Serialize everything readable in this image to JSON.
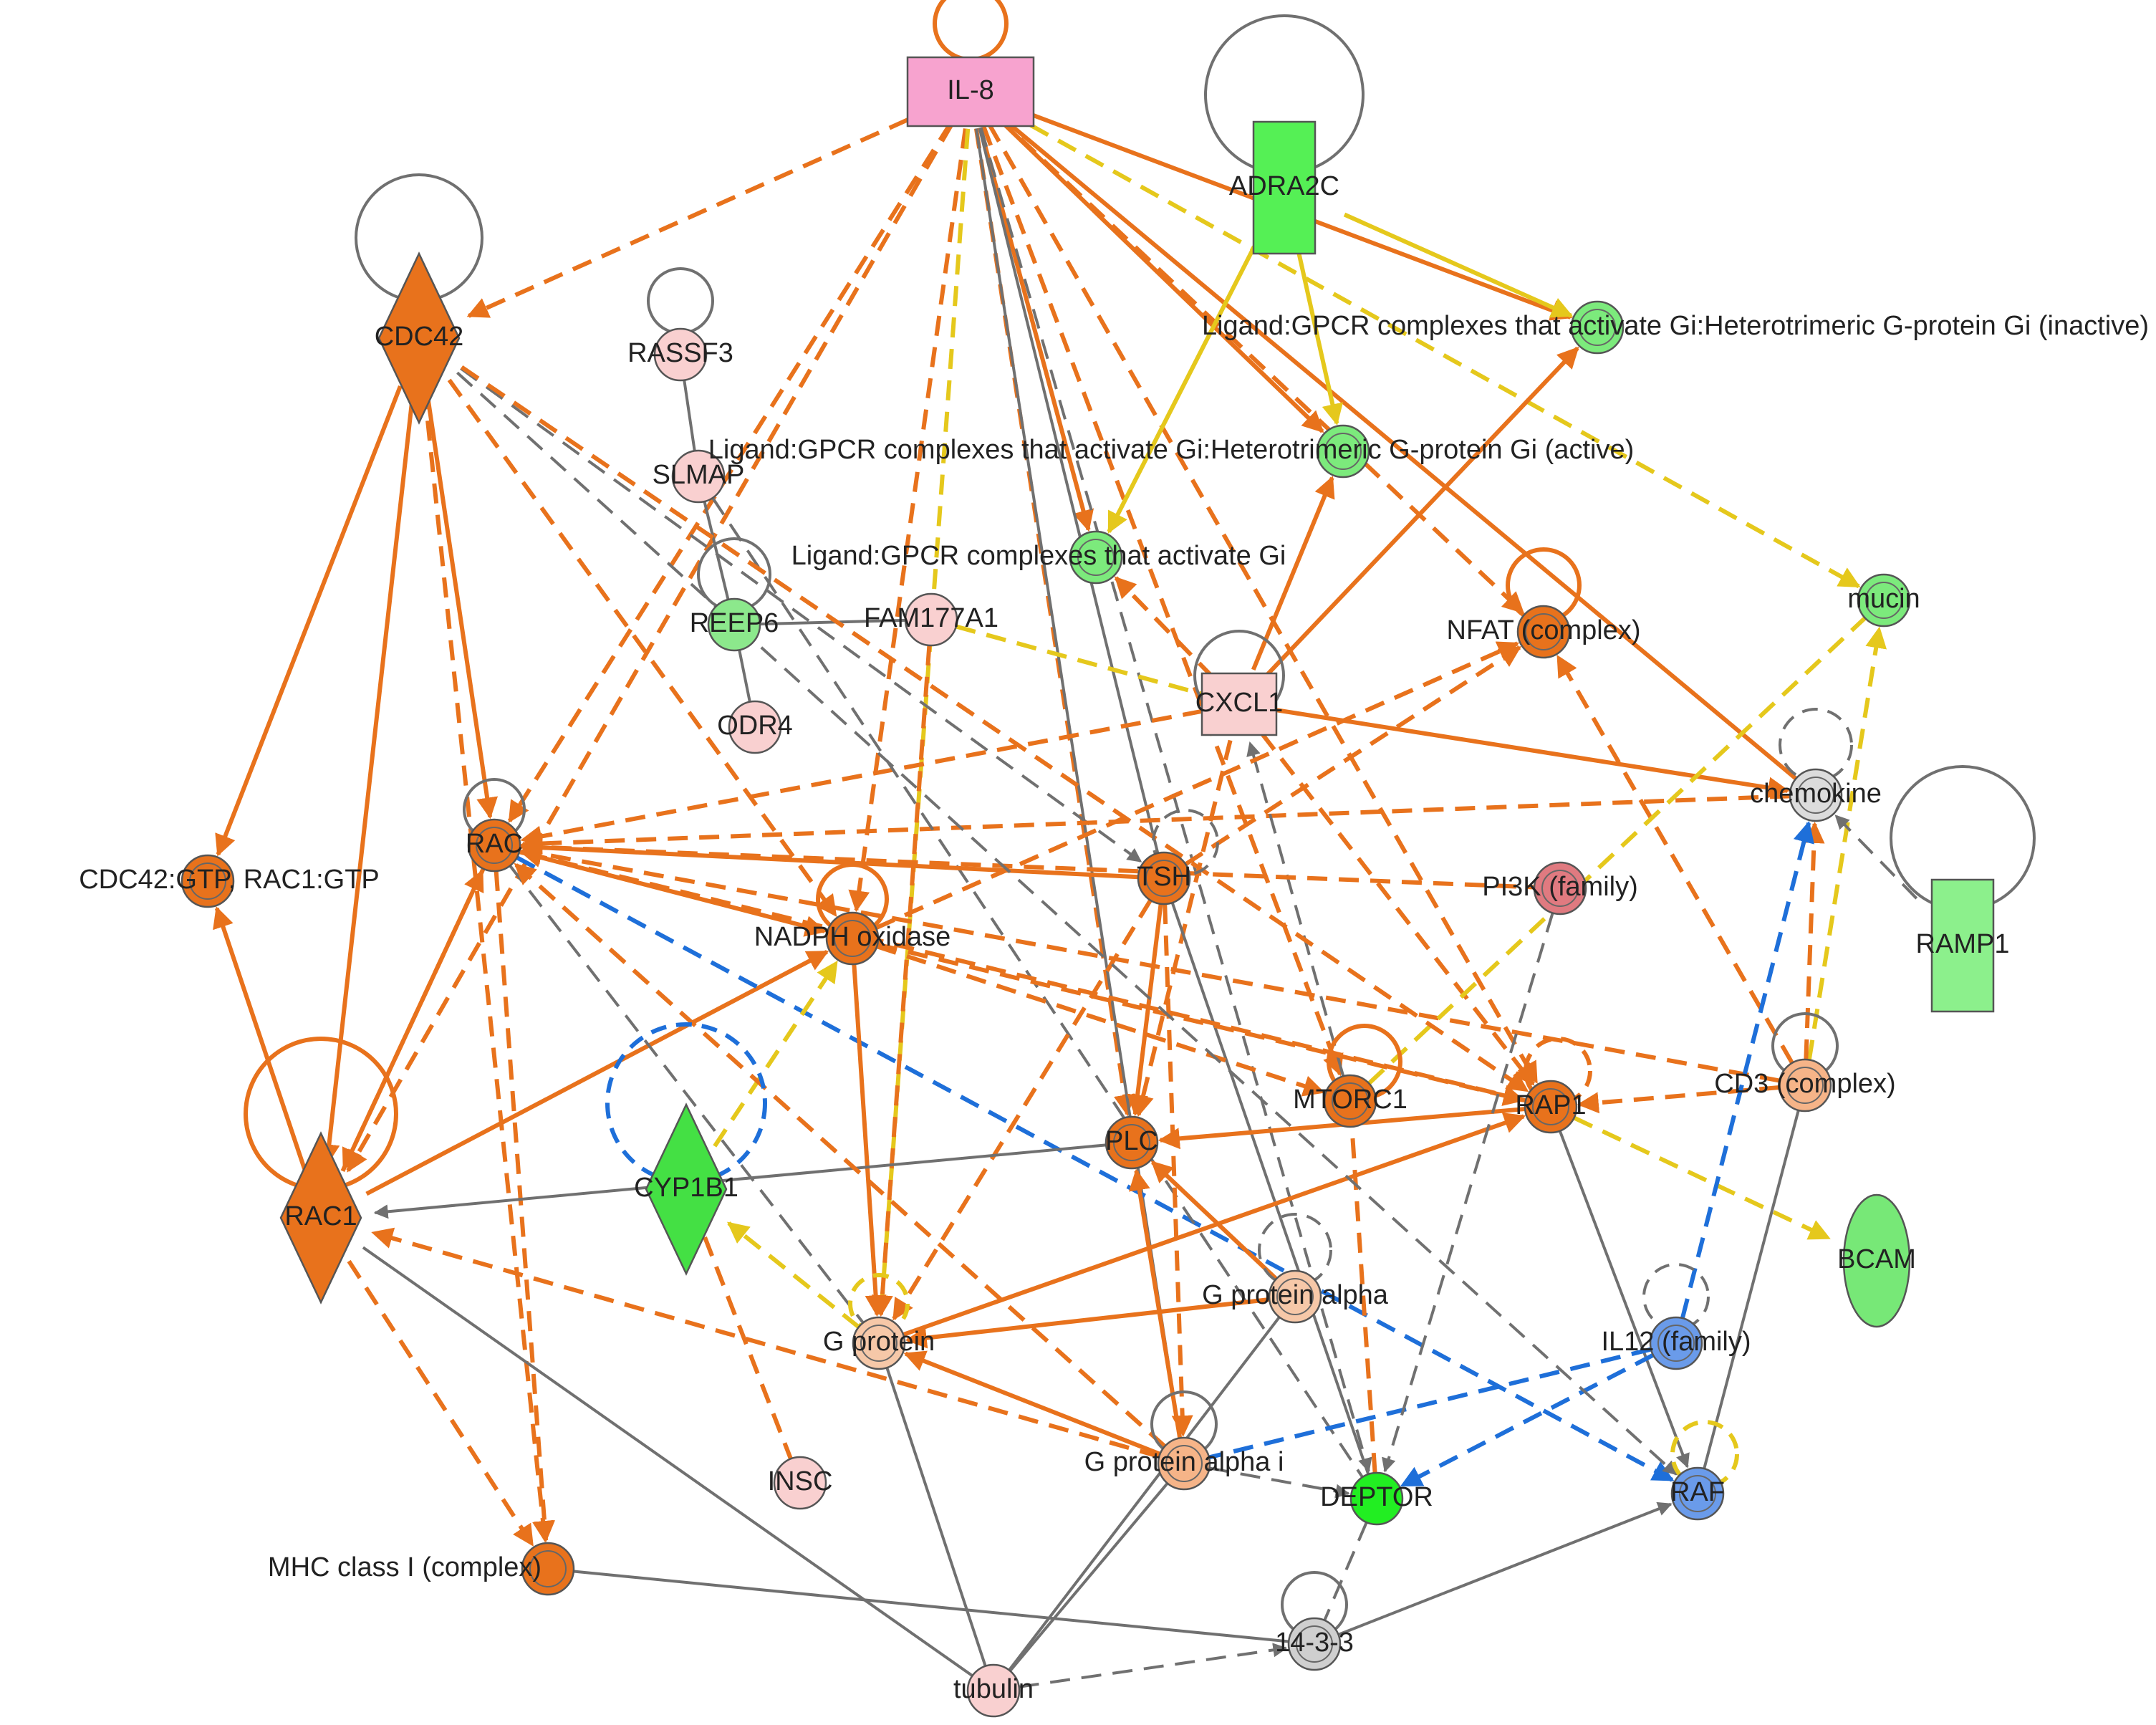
{
  "colors": {
    "orange": "#E8721C",
    "yellow": "#E5C81C",
    "gray": "#707070",
    "blue": "#1E6FD9",
    "green_strong": "#33EE33",
    "green_light": "#8CF08C",
    "pink": "#F7A3CF",
    "pink_light": "#F9D0D0",
    "salmon": "#F6B488",
    "blue_node": "#6A9BEA",
    "gray_node": "#CFCFCF"
  },
  "nodes": [
    {
      "id": "il8",
      "label": "IL-8",
      "shape": "rect",
      "fill": "#F7A3CF",
      "self_loop": "orange"
    },
    {
      "id": "adra2c",
      "label": "ADRA2C",
      "shape": "rect_tall",
      "fill": "#55F055",
      "self_loop": "gray"
    },
    {
      "id": "cdc42",
      "label": "CDC42",
      "shape": "diamond",
      "fill": "#E8721C",
      "self_loop": "gray"
    },
    {
      "id": "rassf3",
      "label": "RASSF3",
      "shape": "circle",
      "fill": "#F9D0D0",
      "self_loop": "gray"
    },
    {
      "id": "slmap",
      "label": "SLMAP",
      "shape": "circle",
      "fill": "#F9D0D0"
    },
    {
      "id": "reep6",
      "label": "REEP6",
      "shape": "circle",
      "fill": "#8CE88C",
      "self_loop": "gray"
    },
    {
      "id": "odr4",
      "label": "ODR4",
      "shape": "circle",
      "fill": "#F9D0D0"
    },
    {
      "id": "fam177a1",
      "label": "FAM177A1",
      "shape": "circle",
      "fill": "#F9D0D0"
    },
    {
      "id": "gi_inactive",
      "label": "Ligand:GPCR complexes that activate Gi:Heterotrimeric G-protein Gi (inactive)",
      "shape": "complex",
      "fill": "#7CEA7C"
    },
    {
      "id": "gi_active",
      "label": "Ligand:GPCR complexes that activate Gi:Heterotrimeric G-protein Gi (active)",
      "shape": "complex",
      "fill": "#7CEA7C"
    },
    {
      "id": "gi_ligand",
      "label": "Ligand:GPCR complexes that activate Gi",
      "shape": "complex",
      "fill": "#7CEA7C"
    },
    {
      "id": "mucin",
      "label": "mucin",
      "shape": "complex",
      "fill": "#7CEA7C"
    },
    {
      "id": "nfat",
      "label": "NFAT (complex)",
      "shape": "complex",
      "fill": "#E8721C",
      "self_loop": "orange"
    },
    {
      "id": "cxcl1",
      "label": "CXCL1",
      "shape": "rect",
      "fill": "#F9D0D0",
      "self_loop": "gray"
    },
    {
      "id": "chemokine",
      "label": "chemokine",
      "shape": "complex",
      "fill": "#DCDCDC",
      "self_loop": "gray_dash"
    },
    {
      "id": "ramp1",
      "label": "RAMP1",
      "shape": "rect_tall",
      "fill": "#8CF08C",
      "self_loop": "gray"
    },
    {
      "id": "cdc42gtp",
      "label": "CDC42:GTP, RAC1:GTP",
      "shape": "complex",
      "fill": "#E8721C"
    },
    {
      "id": "rac",
      "label": "RAC",
      "shape": "complex",
      "fill": "#E8721C",
      "self_loop": "gray"
    },
    {
      "id": "tsh",
      "label": "TSH",
      "shape": "complex",
      "fill": "#E8721C",
      "self_loop": "gray_dash"
    },
    {
      "id": "pi3k",
      "label": "PI3K (family)",
      "shape": "complex",
      "fill": "#E07A80"
    },
    {
      "id": "nadph",
      "label": "NADPH oxidase",
      "shape": "complex",
      "fill": "#E8721C",
      "self_loop": "orange"
    },
    {
      "id": "rac1",
      "label": "RAC1",
      "shape": "diamond",
      "fill": "#E8721C",
      "self_loop": "orange"
    },
    {
      "id": "cyp1b1",
      "label": "CYP1B1",
      "shape": "diamond",
      "fill": "#44E044",
      "self_loop": "blue_dash"
    },
    {
      "id": "plc",
      "label": "PLC",
      "shape": "complex",
      "fill": "#E8721C"
    },
    {
      "id": "mtorc1",
      "label": "MTORC1",
      "shape": "complex",
      "fill": "#E8721C",
      "self_loop": "orange"
    },
    {
      "id": "rap1",
      "label": "RAP1",
      "shape": "complex",
      "fill": "#E8721C",
      "self_loop": "orange_dash"
    },
    {
      "id": "cd3",
      "label": "CD3 (complex)",
      "shape": "complex",
      "fill": "#F6B488",
      "self_loop": "gray"
    },
    {
      "id": "bcam",
      "label": "BCAM",
      "shape": "ellipse",
      "fill": "#77E877"
    },
    {
      "id": "gprotein",
      "label": "G protein",
      "shape": "complex",
      "fill": "#F6C8A8",
      "self_loop": "yellow_dash"
    },
    {
      "id": "galpha",
      "label": "G protein alpha",
      "shape": "complex",
      "fill": "#F6C8A8",
      "self_loop": "gray_dash"
    },
    {
      "id": "il12",
      "label": "IL12 (family)",
      "shape": "complex",
      "fill": "#6A9BEA",
      "self_loop": "gray_dash"
    },
    {
      "id": "insc",
      "label": "INSC",
      "shape": "circle",
      "fill": "#F9D0D0"
    },
    {
      "id": "galphai",
      "label": "G protein alpha i",
      "shape": "complex",
      "fill": "#F6B488",
      "self_loop": "gray"
    },
    {
      "id": "deptor",
      "label": "DEPTOR",
      "shape": "circle",
      "fill": "#22EE22"
    },
    {
      "id": "raf",
      "label": "RAF",
      "shape": "complex",
      "fill": "#6A9BEA",
      "self_loop": "yellow_dash"
    },
    {
      "id": "mhc",
      "label": "MHC class I (complex)",
      "shape": "complex",
      "fill": "#E8721C"
    },
    {
      "id": "p1433",
      "label": "14-3-3",
      "shape": "complex",
      "fill": "#CFCFCF",
      "self_loop": "gray"
    },
    {
      "id": "tubulin",
      "label": "tubulin",
      "shape": "circle",
      "fill": "#F9D0D0"
    }
  ],
  "edges": [
    {
      "from": "il8",
      "to": "cdc42",
      "color": "orange",
      "dash": true,
      "arrow": true
    },
    {
      "from": "il8",
      "to": "rac",
      "color": "orange",
      "dash": true,
      "arrow": true
    },
    {
      "from": "il8",
      "to": "rac1",
      "color": "orange",
      "dash": true,
      "arrow": true
    },
    {
      "from": "il8",
      "to": "gi_inactive",
      "color": "orange",
      "dash": false,
      "arrow": true
    },
    {
      "from": "il8",
      "to": "gi_active",
      "color": "orange",
      "dash": false,
      "arrow": true
    },
    {
      "from": "il8",
      "to": "gi_ligand",
      "color": "orange",
      "dash": false,
      "arrow": true
    },
    {
      "from": "il8",
      "to": "mucin",
      "color": "yellow",
      "dash": true,
      "arrow": true
    },
    {
      "from": "il8",
      "to": "nfat",
      "color": "orange",
      "dash": true,
      "arrow": true
    },
    {
      "from": "il8",
      "to": "chemokine",
      "color": "orange",
      "dash": false,
      "arrow": false
    },
    {
      "from": "il8",
      "to": "tsh",
      "color": "gray",
      "dash": false,
      "arrow": false
    },
    {
      "from": "il8",
      "to": "plc",
      "color": "orange",
      "dash": true,
      "arrow": true
    },
    {
      "from": "il8",
      "to": "rap1",
      "color": "orange",
      "dash": true,
      "arrow": true
    },
    {
      "from": "il8",
      "to": "mtorc1",
      "color": "orange",
      "dash": true,
      "arrow": true
    },
    {
      "from": "il8",
      "to": "nadph",
      "color": "orange",
      "dash": true,
      "arrow": true
    },
    {
      "from": "il8",
      "to": "galphai",
      "color": "gray",
      "dash": false,
      "arrow": false
    },
    {
      "from": "il8",
      "to": "deptor",
      "color": "gray",
      "dash": true,
      "arrow": true
    },
    {
      "from": "il8",
      "to": "gprotein",
      "color": "yellow",
      "dash": true,
      "arrow": false
    },
    {
      "from": "adra2c",
      "to": "gi_inactive",
      "color": "yellow",
      "dash": false,
      "arrow": true
    },
    {
      "from": "adra2c",
      "to": "gi_active",
      "color": "yellow",
      "dash": false,
      "arrow": true
    },
    {
      "from": "adra2c",
      "to": "gi_ligand",
      "color": "yellow",
      "dash": false,
      "arrow": true
    },
    {
      "from": "cdc42",
      "to": "cdc42gtp",
      "color": "orange",
      "dash": false,
      "arrow": true
    },
    {
      "from": "cdc42",
      "to": "rac1",
      "color": "orange",
      "dash": false,
      "arrow": true
    },
    {
      "from": "cdc42",
      "to": "rac",
      "color": "orange",
      "dash": false,
      "arrow": true
    },
    {
      "from": "cdc42",
      "to": "mhc",
      "color": "orange",
      "dash": true,
      "arrow": true
    },
    {
      "from": "cdc42",
      "to": "nadph",
      "color": "orange",
      "dash": true,
      "arrow": true
    },
    {
      "from": "cdc42",
      "to": "tsh",
      "color": "gray",
      "dash": true,
      "arrow": true
    },
    {
      "from": "rac1",
      "to": "cdc42gtp",
      "color": "orange",
      "dash": false,
      "arrow": true
    },
    {
      "from": "rac1",
      "to": "mhc",
      "color": "orange",
      "dash": true,
      "arrow": true
    },
    {
      "from": "rac1",
      "to": "rac",
      "color": "orange",
      "dash": false,
      "arrow": true
    },
    {
      "from": "rac1",
      "to": "nadph",
      "color": "orange",
      "dash": false,
      "arrow": true
    },
    {
      "from": "rac1",
      "to": "tubulin",
      "color": "gray",
      "dash": false,
      "arrow": false
    },
    {
      "from": "rac",
      "to": "rac1",
      "color": "orange",
      "dash": true,
      "arrow": true
    },
    {
      "from": "rac",
      "to": "mhc",
      "color": "orange",
      "dash": true,
      "arrow": true
    },
    {
      "from": "rac",
      "to": "nadph",
      "color": "orange",
      "dash": false,
      "arrow": true
    },
    {
      "from": "rac",
      "to": "raf",
      "color": "blue",
      "dash": true,
      "arrow": true
    },
    {
      "from": "rac",
      "to": "gprotein",
      "color": "gray",
      "dash": true,
      "arrow": false
    },
    {
      "from": "chemokine",
      "to": "rac",
      "color": "orange",
      "dash": true,
      "arrow": true
    },
    {
      "from": "cxcl1",
      "to": "rac",
      "color": "orange",
      "dash": true,
      "arrow": true
    },
    {
      "from": "cxcl1",
      "to": "chemokine",
      "color": "orange",
      "dash": false,
      "arrow": true
    },
    {
      "from": "cxcl1",
      "to": "gi_ligand",
      "color": "orange",
      "dash": true,
      "arrow": true
    },
    {
      "from": "cxcl1",
      "to": "gi_inactive",
      "color": "orange",
      "dash": false,
      "arrow": true
    },
    {
      "from": "cxcl1",
      "to": "gi_active",
      "color": "orange",
      "dash": false,
      "arrow": true
    },
    {
      "from": "cxcl1",
      "to": "rap1",
      "color": "orange",
      "dash": true,
      "arrow": true
    },
    {
      "from": "cxcl1",
      "to": "plc",
      "color": "orange",
      "dash": true,
      "arrow": true
    },
    {
      "from": "mtorc1",
      "to": "cxcl1",
      "color": "gray",
      "dash": true,
      "arrow": true
    },
    {
      "from": "fam177a1",
      "to": "cxcl1",
      "color": "yellow",
      "dash": true,
      "arrow": false
    },
    {
      "from": "fam177a1",
      "to": "reep6",
      "color": "gray",
      "dash": false,
      "arrow": false
    },
    {
      "from": "fam177a1",
      "to": "gprotein",
      "color": "orange",
      "dash": true,
      "arrow": true
    },
    {
      "from": "rassf3",
      "to": "slmap",
      "color": "gray",
      "dash": false,
      "arrow": false
    },
    {
      "from": "slmap",
      "to": "reep6",
      "color": "gray",
      "dash": false,
      "arrow": false
    },
    {
      "from": "reep6",
      "to": "odr4",
      "color": "gray",
      "dash": false,
      "arrow": false
    },
    {
      "from": "slmap",
      "to": "deptor",
      "color": "gray",
      "dash": true,
      "arrow": false
    },
    {
      "from": "tsh",
      "to": "rac",
      "color": "orange",
      "dash": false,
      "arrow": true
    },
    {
      "from": "tsh",
      "to": "gprotein",
      "color": "orange",
      "dash": true,
      "arrow": true
    },
    {
      "from": "tsh",
      "to": "plc",
      "color": "orange",
      "dash": false,
      "arrow": true
    },
    {
      "from": "tsh",
      "to": "galphai",
      "color": "orange",
      "dash": true,
      "arrow": true
    },
    {
      "from": "tsh",
      "to": "deptor",
      "color": "gray",
      "dash": false,
      "arrow": false
    },
    {
      "from": "tsh",
      "to": "nfat",
      "color": "orange",
      "dash": true,
      "arrow": true
    },
    {
      "from": "nadph",
      "to": "nfat",
      "color": "orange",
      "dash": true,
      "arrow": true
    },
    {
      "from": "nadph",
      "to": "gprotein",
      "color": "orange",
      "dash": false,
      "arrow": true
    },
    {
      "from": "nadph",
      "to": "rap1",
      "color": "orange",
      "dash": true,
      "arrow": true
    },
    {
      "from": "nadph",
      "to": "mtorc1",
      "color": "orange",
      "dash": true,
      "arrow": true
    },
    {
      "from": "cyp1b1",
      "to": "nadph",
      "color": "yellow",
      "dash": true,
      "arrow": true
    },
    {
      "from": "cyp1b1",
      "to": "insc",
      "color": "orange",
      "dash": true,
      "arrow": false
    },
    {
      "from": "plc",
      "to": "rac1",
      "color": "gray",
      "dash": false,
      "arrow": true
    },
    {
      "from": "rap1",
      "to": "plc",
      "color": "orange",
      "dash": false,
      "arrow": true
    },
    {
      "from": "rap1",
      "to": "bcam",
      "color": "yellow",
      "dash": true,
      "arrow": true
    },
    {
      "from": "rap1",
      "to": "raf",
      "color": "gray",
      "dash": false,
      "arrow": true
    },
    {
      "from": "rap1",
      "to": "rac",
      "color": "orange",
      "dash": true,
      "arrow": true
    },
    {
      "from": "cd3",
      "to": "rap1",
      "color": "orange",
      "dash": true,
      "arrow": true
    },
    {
      "from": "cd3",
      "to": "mucin",
      "color": "yellow",
      "dash": true,
      "arrow": true
    },
    {
      "from": "cd3",
      "to": "chemokine",
      "color": "orange",
      "dash": true,
      "arrow": true
    },
    {
      "from": "cd3",
      "to": "nfat",
      "color": "orange",
      "dash": true,
      "arrow": true
    },
    {
      "from": "cd3",
      "to": "raf",
      "color": "gray",
      "dash": false,
      "arrow": false
    },
    {
      "from": "cd3",
      "to": "rac",
      "color": "orange",
      "dash": true,
      "arrow": true
    },
    {
      "from": "ramp1",
      "to": "chemokine",
      "color": "gray",
      "dash": true,
      "arrow": true
    },
    {
      "from": "il12",
      "to": "chemokine",
      "color": "blue",
      "dash": true,
      "arrow": true
    },
    {
      "from": "il12",
      "to": "deptor",
      "color": "blue",
      "dash": true,
      "arrow": true
    },
    {
      "from": "il12",
      "to": "galphai",
      "color": "blue",
      "dash": true,
      "arrow": false
    },
    {
      "from": "galpha",
      "to": "gprotein",
      "color": "orange",
      "dash": false,
      "arrow": true
    },
    {
      "from": "galpha",
      "to": "plc",
      "color": "orange",
      "dash": false,
      "arrow": true
    },
    {
      "from": "galpha",
      "to": "tubulin",
      "color": "gray",
      "dash": false,
      "arrow": false
    },
    {
      "from": "galphai",
      "to": "gprotein",
      "color": "orange",
      "dash": false,
      "arrow": true
    },
    {
      "from": "galphai",
      "to": "plc",
      "color": "orange",
      "dash": false,
      "arrow": true
    },
    {
      "from": "galphai",
      "to": "rac1",
      "color": "orange",
      "dash": true,
      "arrow": true
    },
    {
      "from": "galphai",
      "to": "rac",
      "color": "orange",
      "dash": true,
      "arrow": true
    },
    {
      "from": "galphai",
      "to": "deptor",
      "color": "gray",
      "dash": true,
      "arrow": true
    },
    {
      "from": "galphai",
      "to": "tubulin",
      "color": "gray",
      "dash": false,
      "arrow": false
    },
    {
      "from": "gprotein",
      "to": "cyp1b1",
      "color": "yellow",
      "dash": true,
      "arrow": true
    },
    {
      "from": "gprotein",
      "to": "rap1",
      "color": "orange",
      "dash": false,
      "arrow": true
    },
    {
      "from": "gprotein",
      "to": "tubulin",
      "color": "gray",
      "dash": false,
      "arrow": false
    },
    {
      "from": "deptor",
      "to": "mtorc1",
      "color": "orange",
      "dash": true,
      "arrow": false
    },
    {
      "from": "deptor",
      "to": "p1433",
      "color": "gray",
      "dash": true,
      "arrow": false
    },
    {
      "from": "pi3k",
      "to": "deptor",
      "color": "gray",
      "dash": true,
      "arrow": true
    },
    {
      "from": "p1433",
      "to": "raf",
      "color": "gray",
      "dash": false,
      "arrow": true
    },
    {
      "from": "mhc",
      "to": "p1433",
      "color": "gray",
      "dash": false,
      "arrow": false
    },
    {
      "from": "tubulin",
      "to": "p1433",
      "color": "gray",
      "dash": true,
      "arrow": true
    },
    {
      "from": "mtorc1",
      "to": "mucin",
      "color": "yellow",
      "dash": true,
      "arrow": false
    },
    {
      "from": "rac",
      "to": "pi3k",
      "color": "orange",
      "dash": true,
      "arrow": false
    },
    {
      "from": "cdc42",
      "to": "rap1",
      "color": "orange",
      "dash": true,
      "arrow": true
    },
    {
      "from": "cdc42",
      "to": "raf",
      "color": "gray",
      "dash": true,
      "arrow": true
    }
  ]
}
